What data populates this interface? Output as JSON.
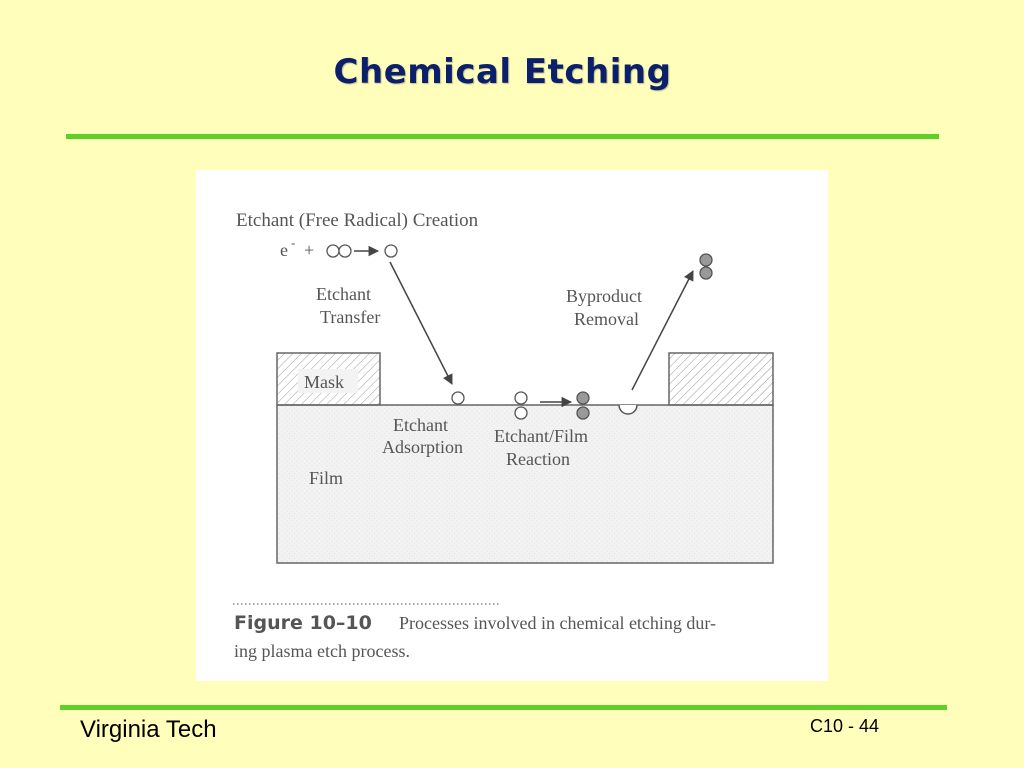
{
  "slide": {
    "title": "Chemical Etching",
    "footer_left": "Virginia Tech",
    "footer_right": "C10 - 44"
  },
  "diagram": {
    "header": "Etchant (Free Radical) Creation",
    "equation_electron": "e",
    "equation_superscript": "-",
    "equation_plus": "+",
    "etchant_transfer_line1": "Etchant",
    "etchant_transfer_line2": "Transfer",
    "byproduct_line1": "Byproduct",
    "byproduct_line2": "Removal",
    "mask_label": "Mask",
    "adsorption_line1": "Etchant",
    "adsorption_line2": "Adsorption",
    "reaction_line1": "Etchant/Film",
    "reaction_line2": "Reaction",
    "film_label": "Film"
  },
  "caption": {
    "figure_label": "Figure 10–10",
    "line1": "Processes involved in chemical etching dur-",
    "line2": "ing plasma etch process."
  },
  "colors": {
    "background": "#ffffbb",
    "title": "#0b1f6b",
    "rule": "#5fd027"
  }
}
